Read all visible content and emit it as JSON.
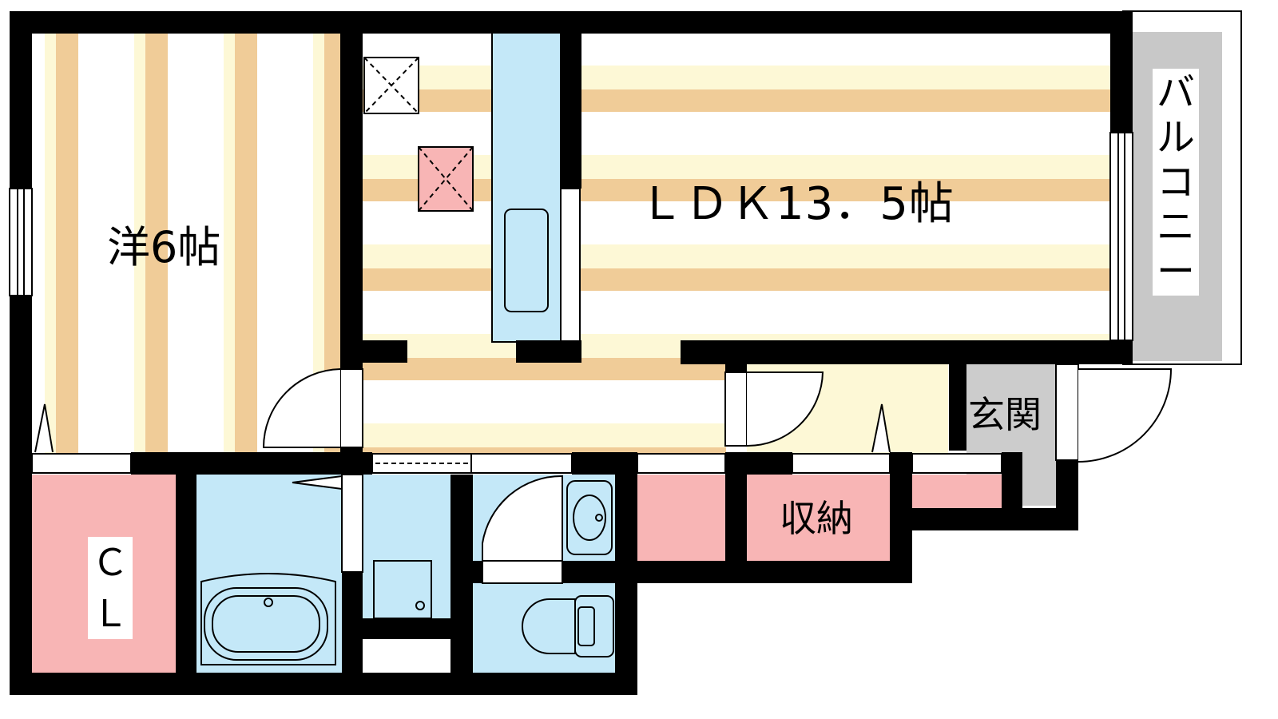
{
  "rooms": {
    "western": {
      "label": "洋6帖"
    },
    "ldk": {
      "label": "ＬＤＫ13．5帖"
    },
    "entrance": {
      "label": "玄関"
    },
    "storage": {
      "label": "収納"
    },
    "closet": {
      "label": "ＣＬ",
      "chars": [
        "Ｃ",
        "Ｌ"
      ]
    },
    "balcony": {
      "label": "バルコニー",
      "chars": [
        "バ",
        "ル",
        "コ",
        "ニ",
        "ー"
      ]
    }
  },
  "colors": {
    "wall": "#000000",
    "floor_stripe": "#f0cc98",
    "floor_light": "#fdf8d6",
    "wet_area": "#c4e8f8",
    "storage": "#f8b5b5",
    "balcony": "#c8c8c8",
    "entrance": "#cccccc",
    "hall": "#fdf8d6"
  }
}
